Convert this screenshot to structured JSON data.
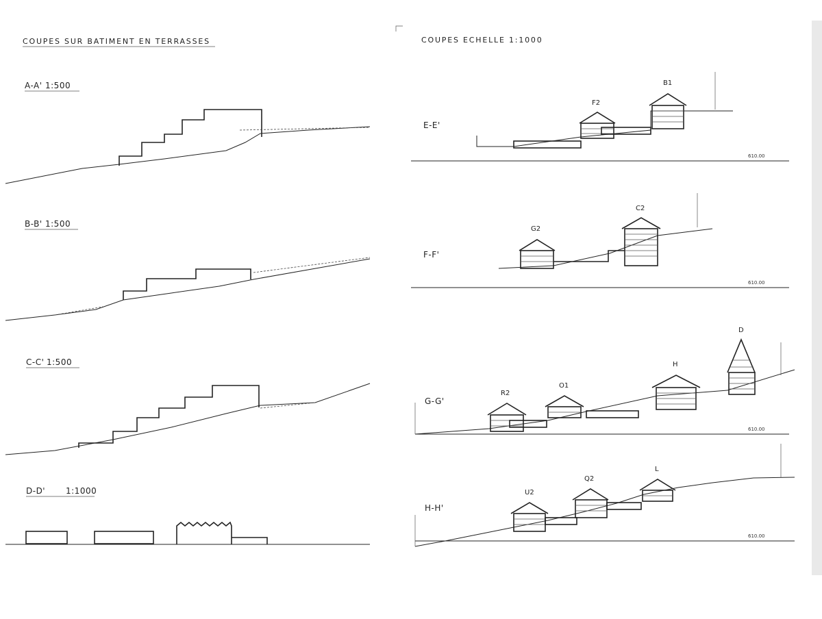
{
  "left_title": "COUPES SUR BATIMENT EN TERRASSES",
  "right_title": "COUPES ECHELLE 1:1000",
  "sections": {
    "aa": {
      "label": "A-A'",
      "scale": "1:500"
    },
    "bb": {
      "label": "B-B'",
      "scale": "1:500"
    },
    "cc": {
      "label": "C-C'",
      "scale": "1:500"
    },
    "dd": {
      "label": "D-D'",
      "scale": "1:1000"
    },
    "ee": {
      "label": "E-E'"
    },
    "ff": {
      "label": "F-F'"
    },
    "gg": {
      "label": "G-G'"
    },
    "hh": {
      "label": "H-H'"
    }
  },
  "buildings": {
    "f2": "F2",
    "b1": "B1",
    "g2": "G2",
    "c2": "C2",
    "r2": "R2",
    "o1": "O1",
    "h": "H",
    "d": "D",
    "u2": "U2",
    "q2": "Q2",
    "l": "L"
  },
  "reference_levels": {
    "ee": "610.00",
    "ff": "610.00",
    "gg": "610.00",
    "hh": "610.00"
  }
}
